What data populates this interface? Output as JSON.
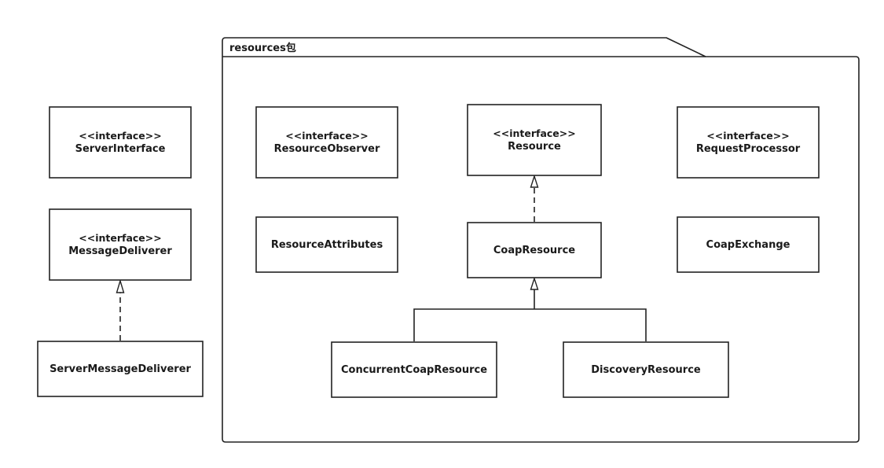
{
  "package": {
    "name": "resources包"
  },
  "stereotype": "<<interface>>",
  "classes": {
    "server_interface": "ServerInterface",
    "message_deliverer": "MessageDeliverer",
    "server_message_deliverer": "ServerMessageDeliverer",
    "resource_observer": "ResourceObserver",
    "resource": "Resource",
    "request_processor": "RequestProcessor",
    "resource_attributes": "ResourceAttributes",
    "coap_resource": "CoapResource",
    "coap_exchange": "CoapExchange",
    "concurrent_coap_resource": "ConcurrentCoapResource",
    "discovery_resource": "DiscoveryResource"
  },
  "relationships": [
    {
      "from": "ServerMessageDeliverer",
      "to": "MessageDeliverer",
      "type": "realization"
    },
    {
      "from": "CoapResource",
      "to": "Resource",
      "type": "realization"
    },
    {
      "from": "ConcurrentCoapResource",
      "to": "CoapResource",
      "type": "generalization"
    },
    {
      "from": "DiscoveryResource",
      "to": "CoapResource",
      "type": "generalization"
    }
  ]
}
